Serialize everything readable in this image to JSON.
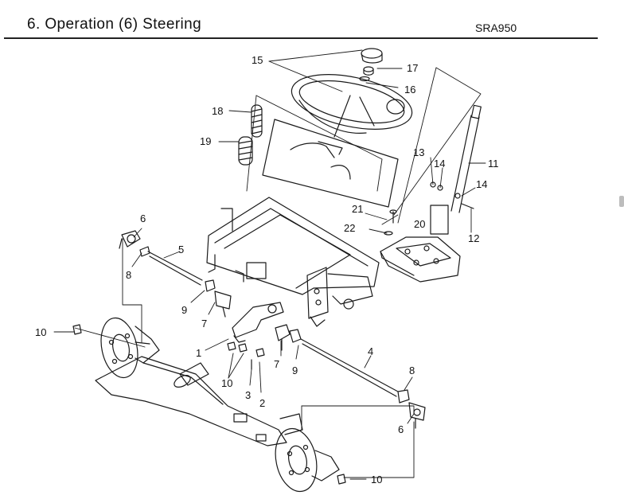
{
  "header": {
    "title": "6. Operation (6) Steering",
    "model_code": "SRA950"
  },
  "callouts": [
    {
      "id": "c15",
      "text": "15"
    },
    {
      "id": "c17",
      "text": "17"
    },
    {
      "id": "c16",
      "text": "16"
    },
    {
      "id": "c18",
      "text": "18"
    },
    {
      "id": "c19",
      "text": "19"
    },
    {
      "id": "c11",
      "text": "11"
    },
    {
      "id": "c13",
      "text": "13"
    },
    {
      "id": "c14a",
      "text": "14"
    },
    {
      "id": "c14b",
      "text": "14"
    },
    {
      "id": "c12",
      "text": "12"
    },
    {
      "id": "c21",
      "text": "21"
    },
    {
      "id": "c20",
      "text": "20"
    },
    {
      "id": "c22",
      "text": "22"
    },
    {
      "id": "c6a",
      "text": "6"
    },
    {
      "id": "c5",
      "text": "5"
    },
    {
      "id": "c8a",
      "text": "8"
    },
    {
      "id": "c9a",
      "text": "9"
    },
    {
      "id": "c7a",
      "text": "7"
    },
    {
      "id": "c10a",
      "text": "10"
    },
    {
      "id": "c1",
      "text": "1"
    },
    {
      "id": "c7b",
      "text": "7"
    },
    {
      "id": "c9b",
      "text": "9"
    },
    {
      "id": "c4",
      "text": "4"
    },
    {
      "id": "c10b",
      "text": "10"
    },
    {
      "id": "c3",
      "text": "3"
    },
    {
      "id": "c2",
      "text": "2"
    },
    {
      "id": "c8b",
      "text": "8"
    },
    {
      "id": "c6b",
      "text": "6"
    },
    {
      "id": "c10c",
      "text": "10"
    }
  ]
}
